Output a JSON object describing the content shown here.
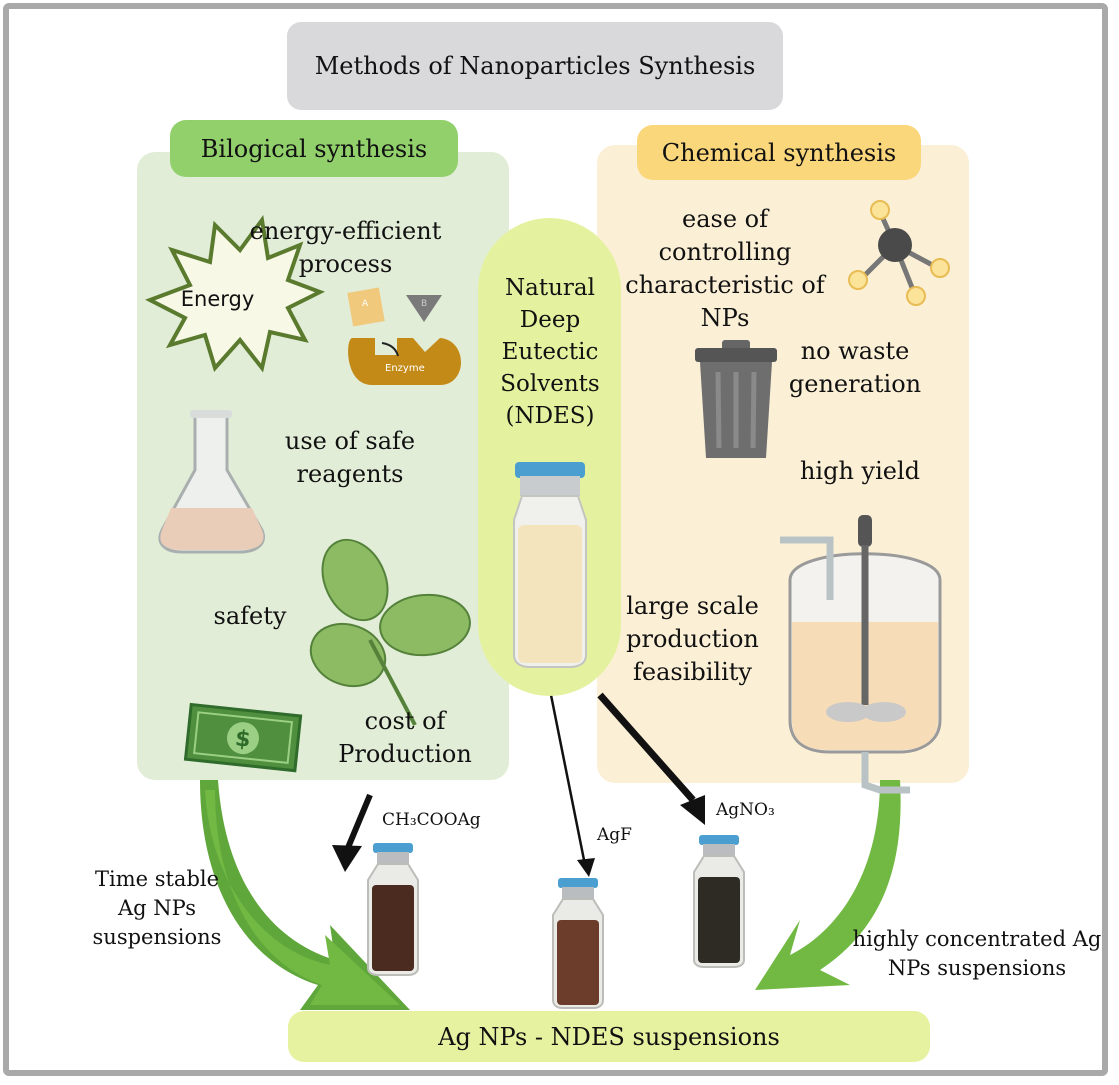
{
  "title": "Methods of Nanoparticles Synthesis",
  "biological": {
    "header": "Bilogical synthesis",
    "items": [
      "energy-efficient process",
      "use of safe reagents",
      "safety",
      "cost of Production"
    ],
    "energy_icon_text": "Energy",
    "enzyme_label": "Enzyme",
    "enzyme_substrate_a": "A",
    "enzyme_substrate_b": "B",
    "colors": {
      "panel": "#e2edd8",
      "header": "#92d06c"
    }
  },
  "chemical": {
    "header": "Chemical synthesis",
    "items": [
      "ease of controlling characteristic of NPs",
      "no waste generation",
      "high yield",
      "large scale production feasibility"
    ],
    "colors": {
      "panel": "#fbf0d6",
      "header": "#fbd77c"
    }
  },
  "ndes": {
    "label": "Natural Deep Eutectic Solvents (NDES)",
    "color": "#e4f29f"
  },
  "precursors": [
    "CH₃COOAg",
    "AgF",
    "AgNO₃"
  ],
  "outcomes": {
    "left": "Time stable Ag NPs suspensions",
    "right": "highly concentrated Ag NPs suspensions"
  },
  "result": "Ag NPs - NDES suspensions"
}
